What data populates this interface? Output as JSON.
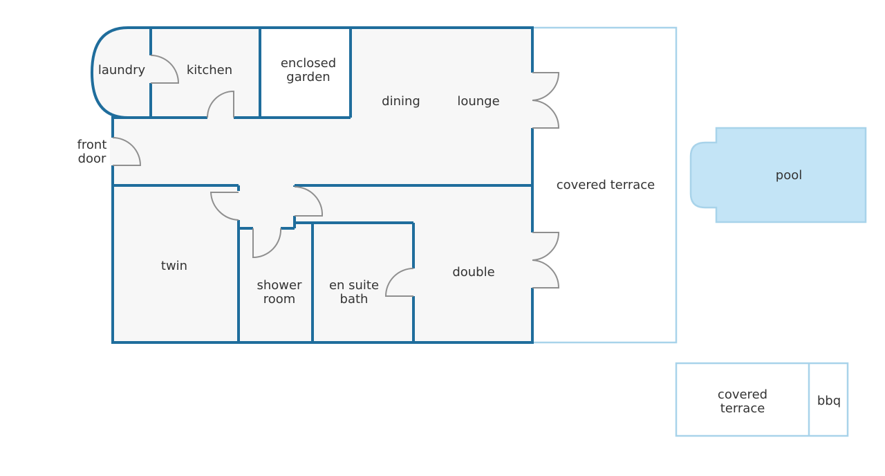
{
  "rooms": {
    "laundry": "laundry",
    "kitchen": "kitchen",
    "enclosed_garden": [
      "enclosed",
      "garden"
    ],
    "dining": "dining",
    "lounge": "lounge",
    "front_door": [
      "front",
      "door"
    ],
    "covered_terrace": "covered terrace",
    "pool": "pool",
    "twin": "twin",
    "shower_room": [
      "shower",
      "room"
    ],
    "en_suite_bath": [
      "en suite",
      "bath"
    ],
    "double": "double",
    "covered_terrace_2": [
      "covered",
      "terrace"
    ],
    "bbq": "bbq"
  },
  "colors": {
    "wall": "#1f6d9c",
    "light_wall": "#a8d3ea",
    "floor": "#f7f7f7",
    "pool_fill": "#c3e4f6",
    "door": "#8f8f8f",
    "text": "#333333"
  }
}
